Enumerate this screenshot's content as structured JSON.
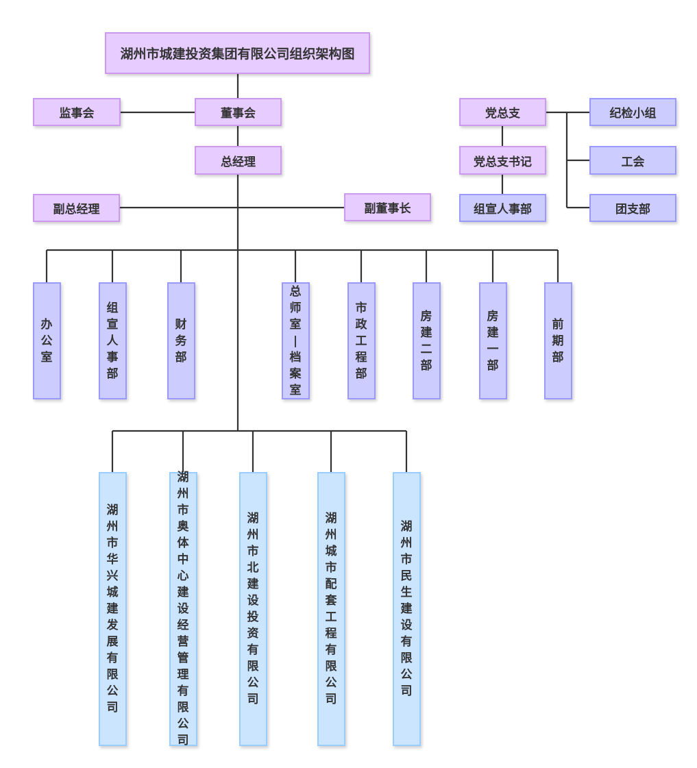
{
  "title": "湖州市城建投资集团有限公司组织架构图",
  "colors": {
    "leadership_fill": "#e6ccff",
    "leadership_border": "#cc99ee",
    "department_fill": "#ccccff",
    "department_border": "#9999ff",
    "subsidiary_fill": "#cce5ff",
    "subsidiary_border": "#99ccff",
    "line": "#333333"
  },
  "leadership": {
    "supervisory_board": "监事会",
    "board_of_directors": "董事会",
    "general_manager": "总经理",
    "deputy_general_manager": "副总经理",
    "vice_chairman": "副董事长"
  },
  "party": {
    "party_branch": "党总支",
    "party_secretary": "党总支书记",
    "org_hr_dept": "组宣人事部",
    "discipline_group": "纪检小组",
    "trade_union": "工会",
    "youth_league": "团支部"
  },
  "departments": [
    "办公室",
    "组宣人事部",
    "财务部",
    "总师室|档案室",
    "市政工程部",
    "房建二部",
    "房建一部",
    "前期部"
  ],
  "subsidiaries": [
    "湖州市华兴城建发展有限公司",
    "湖州市奥体中心建设经营管理有限公司",
    "湖州市北建设投资有限公司",
    "湖州城市配套工程有限公司",
    "湖州市民生建设有限公司"
  ]
}
